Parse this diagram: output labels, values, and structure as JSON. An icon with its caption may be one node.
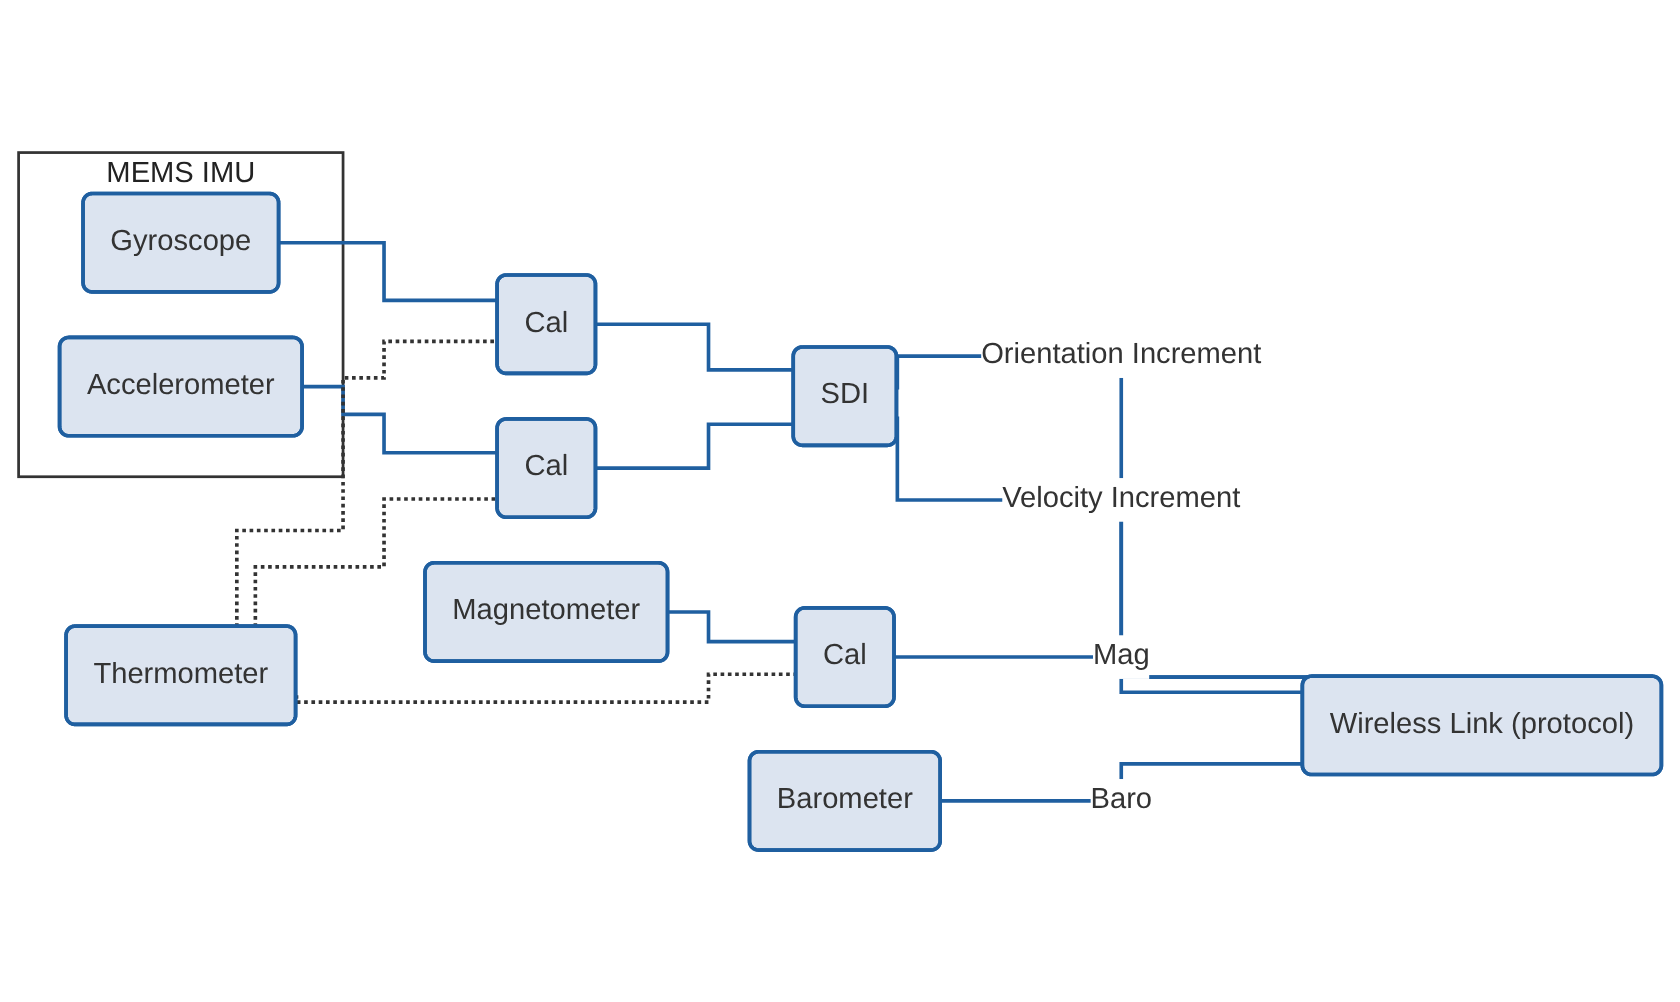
{
  "diagram": {
    "nodes": [
      {
        "text": [
          "MEMS IMU"
        ]
      },
      {
        "text": [
          "Gyroscope"
        ],
        "in": 0
      },
      {
        "text": [
          "Accelerometer"
        ],
        "in": 0
      },
      {
        "text": [
          "Magnetometer"
        ]
      },
      {
        "text": [
          "Thermometer"
        ]
      },
      {
        "text": [
          "Barometer"
        ]
      },
      {
        "text": [
          "Cal"
        ]
      },
      {
        "text": [
          "Cal"
        ]
      },
      {
        "text": [
          "Cal"
        ]
      },
      {
        "text": [
          "SDI"
        ]
      },
      {
        "text": [
          "Wireless Link (protocol)"
        ]
      }
    ],
    "edges": [
      {
        "from": 1,
        "to": 6,
        "arrow": "none"
      },
      {
        "from": 2,
        "to": 7,
        "arrow": "none"
      },
      {
        "from": 3,
        "to": 8,
        "arrow": "none"
      },
      {
        "from": 4,
        "to": 6,
        "arrow": "none",
        "style": "dashed",
        "color": "#333333"
      },
      {
        "from": 4,
        "to": 7,
        "arrow": "none",
        "style": "dashed",
        "color": "#333333"
      },
      {
        "from": 4,
        "to": 8,
        "arrow": "none",
        "style": "dashed",
        "color": "#333333"
      },
      {
        "from": 6,
        "to": 9,
        "arrow": "none"
      },
      {
        "from": 7,
        "to": 9,
        "arrow": "none"
      },
      {
        "from": 9,
        "to": 10,
        "arrow": "none",
        "label": "Orientation Increment"
      },
      {
        "from": 9,
        "to": 10,
        "arrow": "none",
        "label": "Velocity Increment"
      },
      {
        "from": 8,
        "to": 10,
        "arrow": "none",
        "label": "Mag"
      },
      {
        "from": 5,
        "to": 10,
        "arrow": "none",
        "label": "Baro"
      }
    ]
  }
}
